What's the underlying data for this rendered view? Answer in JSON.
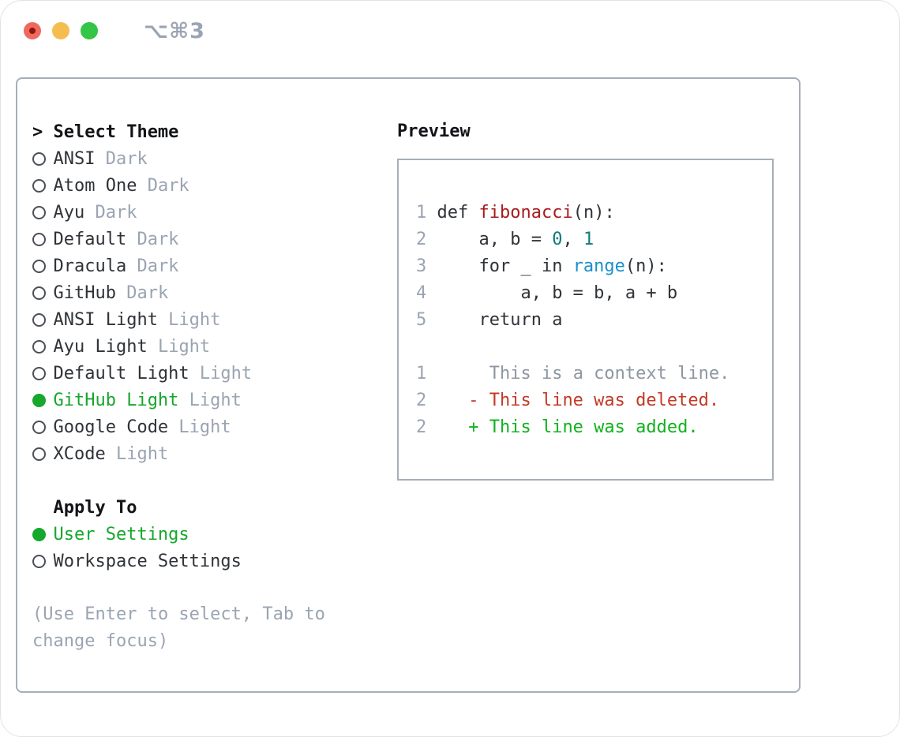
{
  "window": {
    "title": "⌥⌘3"
  },
  "titlebar": {
    "lights": [
      "close",
      "minimize",
      "zoom"
    ]
  },
  "left": {
    "heading_prefix": ">",
    "heading": "Select Theme",
    "themes": [
      {
        "name": "ANSI",
        "variant": "Dark",
        "selected": false
      },
      {
        "name": "Atom One",
        "variant": "Dark",
        "selected": false
      },
      {
        "name": "Ayu",
        "variant": "Dark",
        "selected": false
      },
      {
        "name": "Default",
        "variant": "Dark",
        "selected": false
      },
      {
        "name": "Dracula",
        "variant": "Dark",
        "selected": false
      },
      {
        "name": "GitHub",
        "variant": "Dark",
        "selected": false
      },
      {
        "name": "ANSI Light",
        "variant": "Light",
        "selected": false
      },
      {
        "name": "Ayu Light",
        "variant": "Light",
        "selected": false
      },
      {
        "name": "Default Light",
        "variant": "Light",
        "selected": false
      },
      {
        "name": "GitHub Light",
        "variant": "Light",
        "selected": true
      },
      {
        "name": "Google Code",
        "variant": "Light",
        "selected": false
      },
      {
        "name": "XCode",
        "variant": "Light",
        "selected": false
      }
    ],
    "apply_heading": "Apply To",
    "apply_options": [
      {
        "name": "User Settings",
        "selected": true
      },
      {
        "name": "Workspace Settings",
        "selected": false
      }
    ],
    "hint": "(Use Enter to select, Tab to change focus)"
  },
  "preview": {
    "heading": "Preview",
    "lines": [
      [
        {
          "c": "ln",
          "t": "1 "
        },
        {
          "c": "code",
          "t": "def "
        },
        {
          "c": "fn",
          "t": "fibonacci"
        },
        {
          "c": "code",
          "t": "(n):"
        }
      ],
      [
        {
          "c": "ln",
          "t": "2 "
        },
        {
          "c": "code",
          "t": "    a, b = "
        },
        {
          "c": "num",
          "t": "0"
        },
        {
          "c": "code",
          "t": ", "
        },
        {
          "c": "num",
          "t": "1"
        }
      ],
      [
        {
          "c": "ln",
          "t": "3 "
        },
        {
          "c": "code",
          "t": "    for _ in "
        },
        {
          "c": "blue",
          "t": "range"
        },
        {
          "c": "code",
          "t": "(n):"
        }
      ],
      [
        {
          "c": "ln",
          "t": "4 "
        },
        {
          "c": "code",
          "t": "        a, b = b, a + b"
        }
      ],
      [
        {
          "c": "ln",
          "t": "5 "
        },
        {
          "c": "code",
          "t": "    return a"
        }
      ],
      [],
      [
        {
          "c": "ln",
          "t": "1"
        },
        {
          "c": "code",
          "t": "      "
        },
        {
          "c": "ctx",
          "t": "This is a context line."
        }
      ],
      [
        {
          "c": "ln",
          "t": "2"
        },
        {
          "c": "code",
          "t": "    "
        },
        {
          "c": "del",
          "t": "- This line was deleted."
        }
      ],
      [
        {
          "c": "ln",
          "t": "2"
        },
        {
          "c": "code",
          "t": "    "
        },
        {
          "c": "add",
          "t": "+ This line was added."
        }
      ]
    ]
  },
  "colors": {
    "accent_green": "#16a72d",
    "muted": "#9aa4b2",
    "text": "#2f3338",
    "heading": "#121417",
    "line_number": "#9aa4b2",
    "context_gray": "#8d97a2",
    "function_red": "#a61b1e",
    "number_teal": "#0e7c7c",
    "builtin_blue": "#1b8fc9",
    "deleted_red": "#c23a26",
    "added_green": "#10b31d",
    "panel_border": "#a6aeb9",
    "traffic_red": "#ee6a5f",
    "traffic_red_dot": "#8e160e",
    "traffic_yellow": "#f5bd4f",
    "traffic_green": "#32c546"
  }
}
